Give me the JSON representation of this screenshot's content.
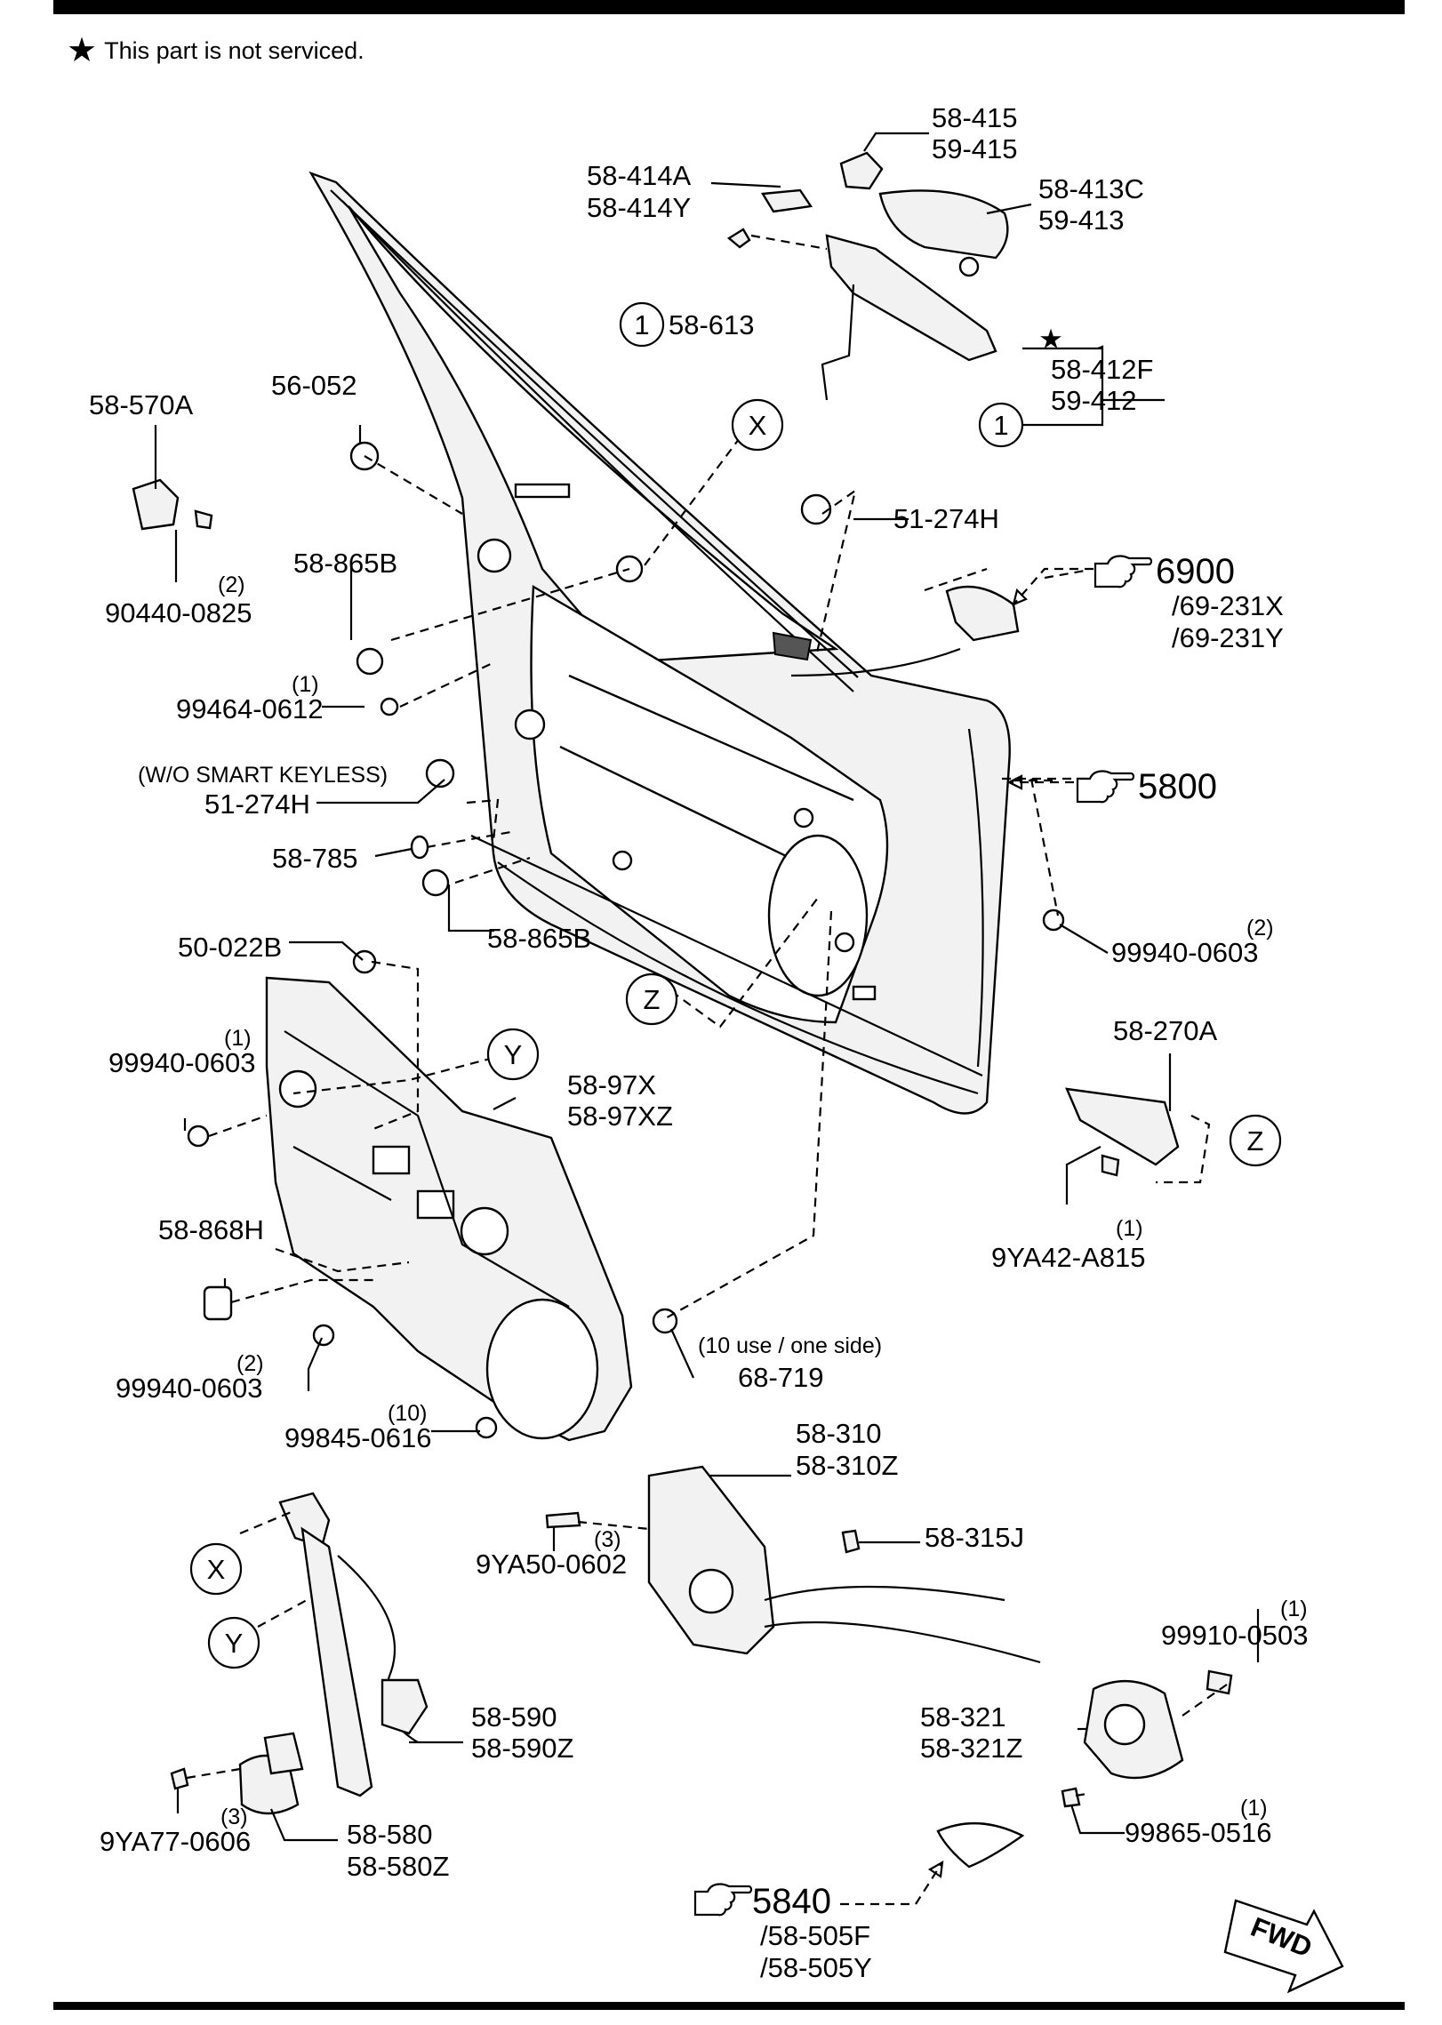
{
  "notice": {
    "star": "★",
    "text": "This part is not serviced."
  },
  "callouts": {
    "x_top": "X",
    "x_bottom": "X",
    "y_top": "Y",
    "y_bottom": "Y",
    "z_top": "Z",
    "z_right": "Z",
    "one_a": "1",
    "one_b": "1"
  },
  "labels": {
    "p58_415": "58-415",
    "p59_415": "59-415",
    "p58_414a": "58-414A",
    "p58_414y": "58-414Y",
    "p58_413c": "58-413C",
    "p59_413": "59-413",
    "p58_613": "58-613",
    "p58_412f": "58-412F",
    "p59_412": "59-412",
    "p58_570a": "58-570A",
    "p56_052": "56-052",
    "p51_274h_top": "51-274H",
    "p90440_qty": "(2)",
    "p90440": "90440-0825",
    "p58_865b_top": "58-865B",
    "p6900": "6900",
    "p69_231x": "/69-231X",
    "p69_231y": "/69-231Y",
    "p99464_qty": "(1)",
    "p99464": "99464-0612",
    "wo_smart": "(W/O SMART KEYLESS)",
    "p51_274h_mid": "51-274H",
    "p5800": "5800",
    "p58_785": "58-785",
    "p58_865b_bot": "58-865B",
    "p99940_r_qty": "(2)",
    "p99940_r": "99940-0603",
    "p50_022b": "50-022B",
    "p99940_l_qty": "(1)",
    "p99940_l": "99940-0603",
    "p58_97x": "58-97X",
    "p58_97xz": "58-97XZ",
    "p58_270a": "58-270A",
    "p58_868h": "58-868H",
    "p9ya42_qty": "(1)",
    "p9ya42": "9YA42-A815",
    "p10use": "(10 use / one side)",
    "p68_719": "68-719",
    "p99940_b_qty": "(2)",
    "p99940_b": "99940-0603",
    "p99845_qty": "(10)",
    "p99845": "99845-0616",
    "p58_310": "58-310",
    "p58_310z": "58-310Z",
    "p58_315j": "58-315J",
    "p9ya50_qty": "(3)",
    "p9ya50": "9YA50-0602",
    "p99910_qty": "(1)",
    "p99910": "99910-0503",
    "p58_590": "58-590",
    "p58_590z": "58-590Z",
    "p58_321": "58-321",
    "p58_321z": "58-321Z",
    "p99865_qty": "(1)",
    "p99865": "99865-0516",
    "p9ya77_qty": "(3)",
    "p9ya77": "9YA77-0606",
    "p58_580": "58-580",
    "p58_580z": "58-580Z",
    "p5840": "5840",
    "p58_505f": "/58-505F",
    "p58_505y": "/58-505Y",
    "fwd": "FWD"
  },
  "icons": {
    "refer": "pointing-hand-icon",
    "star": "star-icon",
    "fwd": "forward-arrow-icon"
  }
}
